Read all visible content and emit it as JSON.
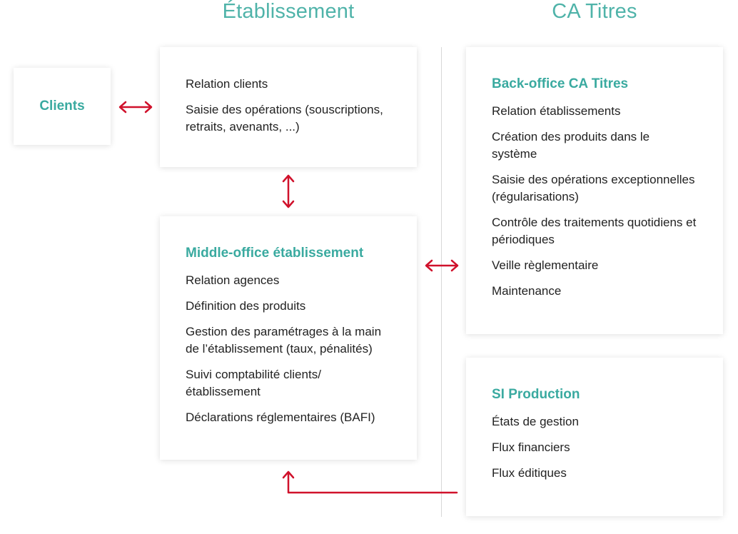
{
  "columns": {
    "left_title": "Établissement",
    "right_title": "CA Titres"
  },
  "clients": {
    "label": "Clients"
  },
  "etablissement_box": {
    "items": [
      "Relation clients",
      "Saisie des opérations (souscriptions, retraits, avenants, ...)"
    ]
  },
  "middle_office": {
    "heading": "Middle-office établissement",
    "items": [
      "Relation agences",
      "Définition des produits",
      "Gestion des paramétrages à la main de l’établissement (taux, pénalités)",
      "Suivi comptabilité clients/établissement",
      "Déclarations réglementaires (BAFI)"
    ]
  },
  "back_office": {
    "heading": "Back-office CA Titres",
    "items": [
      "Relation établissements",
      "Création des produits dans le système",
      "Saisie des opérations exceptionnelles (régularisations)",
      "Contrôle des traitements quotidiens et périodiques",
      "Veille règlementaire",
      "Maintenance"
    ]
  },
  "si_production": {
    "heading": "SI Production",
    "items": [
      "États de gestion",
      "Flux financiers",
      "Flux éditiques"
    ]
  },
  "colors": {
    "accent": "#3aaaa0",
    "arrow": "#d0112b"
  }
}
